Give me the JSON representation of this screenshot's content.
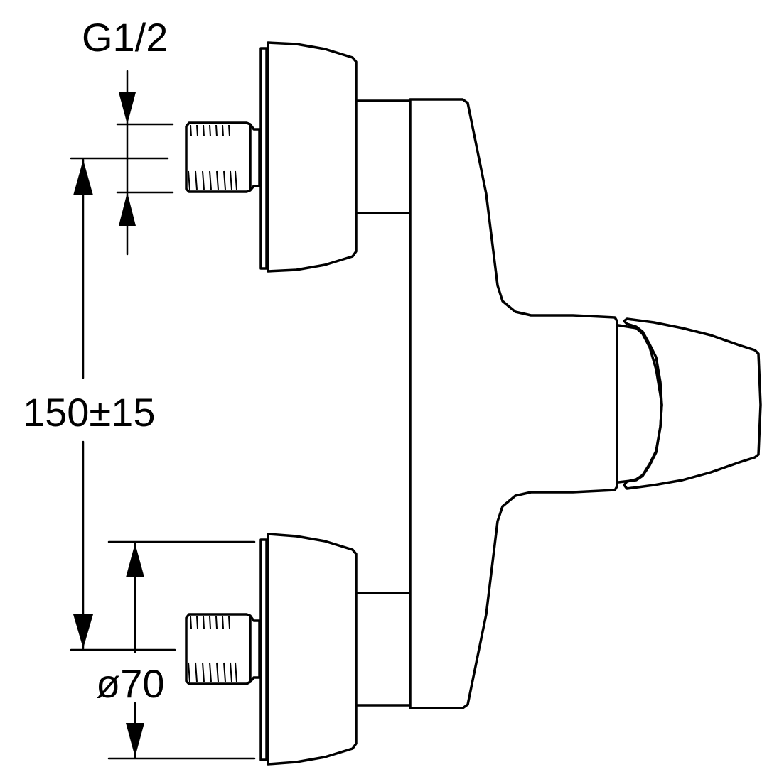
{
  "drawing": {
    "subject": "",
    "labels": {
      "thread_size": "G1/2",
      "center_distance": "150±15",
      "escutcheon_diameter": "ø70"
    },
    "stroke_color": "#000000",
    "background_color": "#ffffff"
  }
}
